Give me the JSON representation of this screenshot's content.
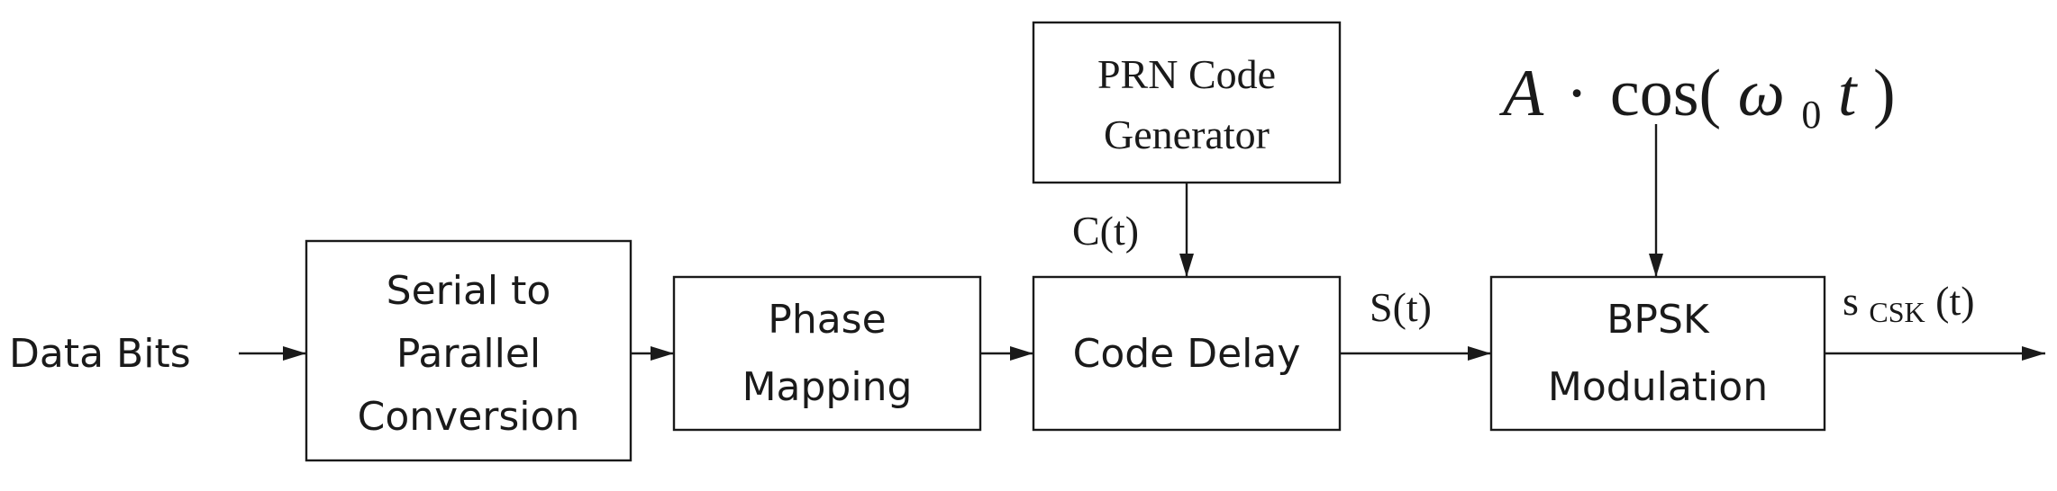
{
  "input_label": "Data Bits",
  "blocks": {
    "serial_to_parallel": {
      "lines": [
        "Serial to",
        "Parallel",
        "Conversion"
      ]
    },
    "phase_mapping": {
      "lines": [
        "Phase",
        "Mapping"
      ]
    },
    "code_delay": {
      "lines": [
        "Code Delay"
      ]
    },
    "prn_generator": {
      "lines": [
        "PRN Code",
        "Generator"
      ]
    },
    "bpsk_modulation": {
      "lines": [
        "BPSK",
        "Modulation"
      ]
    }
  },
  "signals": {
    "prn_output": "C(t)",
    "code_delay_output": "S(t)",
    "output_base": "s",
    "output_subscript": "CSK",
    "output_suffix": "(t)"
  },
  "carrier": {
    "amplitude": "A",
    "dot": "·",
    "cos_open": "cos(",
    "omega": "ω",
    "omega_subscript": "0",
    "time": "t",
    "close": ")"
  }
}
